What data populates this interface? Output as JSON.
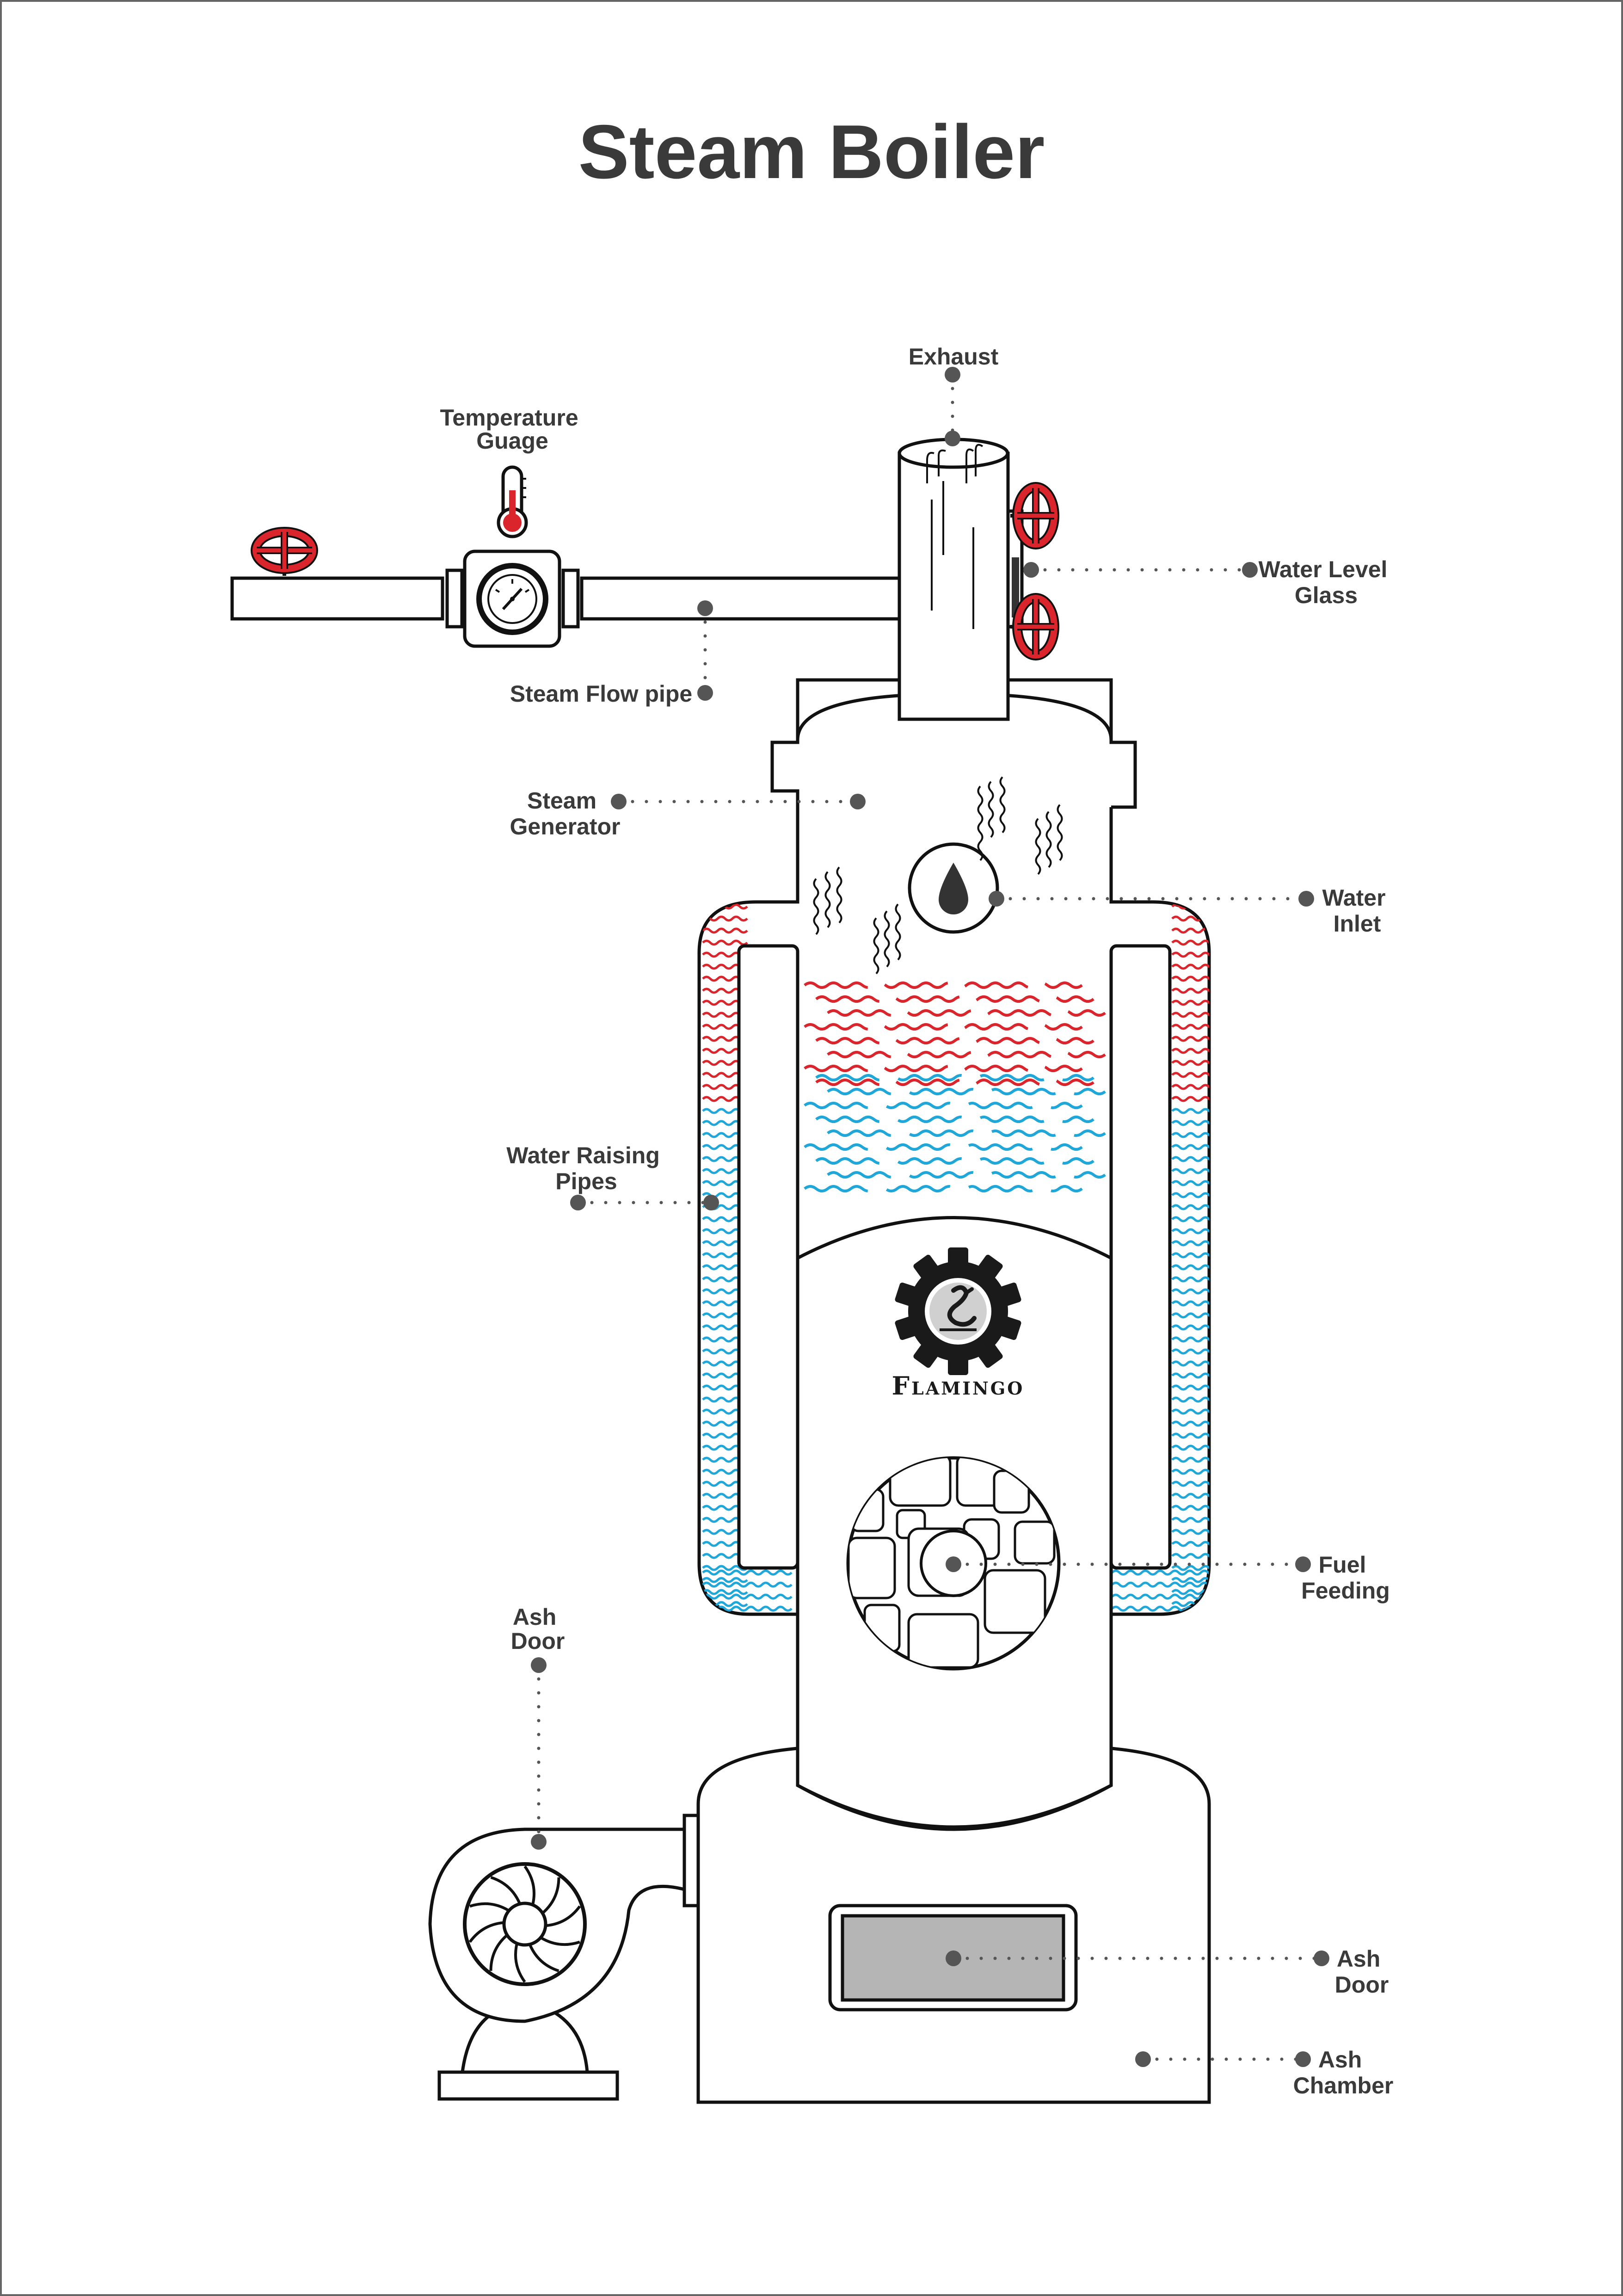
{
  "title": "Steam Boiler",
  "labels": {
    "exhaust": "Exhaust",
    "temperature_gauge": [
      "Temperature",
      "Guage"
    ],
    "water_level_glass": [
      "Water Level",
      "Glass"
    ],
    "steam_flow_pipe": "Steam Flow pipe",
    "steam_generator": [
      "Steam",
      "Generator"
    ],
    "water_inlet": [
      "Water",
      "Inlet"
    ],
    "water_raising_pipes": [
      "Water Raising",
      "Pipes"
    ],
    "fuel_feeding": [
      "Fuel",
      "Feeding"
    ],
    "ash_door_blower": [
      "Ash",
      "Door"
    ],
    "ash_door_front": [
      "Ash",
      "Door"
    ],
    "ash_chamber": [
      "Ash",
      "Chamber"
    ]
  },
  "brand": "Flamingo",
  "colors": {
    "text": "#3a3a3a",
    "outline": "#111111",
    "hot_water": "#d9252b",
    "cold_water": "#1ea7d8",
    "valve": "#d9252b",
    "ash_door_fill": "#b5b5b5",
    "leader": "#555555"
  },
  "icons": [
    "thermometer-icon",
    "pressure-gauge-icon",
    "water-drop-icon",
    "gear-logo-icon",
    "valve-wheel-icon",
    "blower-fan-icon"
  ]
}
